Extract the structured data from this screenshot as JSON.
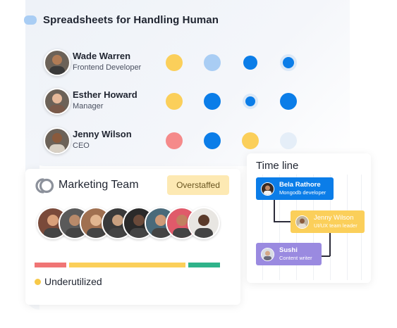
{
  "header": {
    "title": "Spreadsheets for Handling Human"
  },
  "people": [
    {
      "name": "Wade Warren",
      "role": "Frontend Developer",
      "skin": "#b07b55",
      "shirt": "#3a3a3a",
      "dots": [
        {
          "color": "#fbcf5a",
          "size": 24
        },
        {
          "color": "#a9cdf4",
          "size": 24
        },
        {
          "color": "#0b7de8",
          "size": 20
        },
        {
          "color": "#0b7de8",
          "size": 16
        }
      ]
    },
    {
      "name": "Esther Howard",
      "role": "Manager",
      "skin": "#e6b99a",
      "shirt": "#7a5a4a",
      "dots": [
        {
          "color": "#fbcf5a",
          "size": 24
        },
        {
          "color": "#0b7de8",
          "size": 24
        },
        {
          "color": "#0b7de8",
          "size": 14
        },
        {
          "color": "#0b7de8",
          "size": 24
        }
      ]
    },
    {
      "name": "Jenny Wilson",
      "role": "CEO",
      "skin": "#8a5a3c",
      "shirt": "#d8d0c4",
      "dots": [
        {
          "color": "#f58a8a",
          "size": 24
        },
        {
          "color": "#0b7de8",
          "size": 24
        },
        {
          "color": "#fbcf5a",
          "size": 24
        },
        {
          "color": "#e5eef8",
          "size": 24
        }
      ]
    }
  ],
  "marketing": {
    "title": "Marketing Team",
    "badge": "Overstaffed",
    "members": [
      {
        "skin": "#d9a07a",
        "bg": "#7a4a3a"
      },
      {
        "skin": "#b88a6a",
        "bg": "#5a5a5a"
      },
      {
        "skin": "#e2b690",
        "bg": "#a07050"
      },
      {
        "skin": "#c8a080",
        "bg": "#3a3a3a"
      },
      {
        "skin": "#6a4a3a",
        "bg": "#2a2a2a"
      },
      {
        "skin": "#d09a78",
        "bg": "#4a6a7a"
      },
      {
        "skin": "#c28060",
        "bg": "#e05a6a"
      },
      {
        "skin": "#5a3a2a",
        "bg": "#e8e6e2"
      }
    ],
    "bars": [
      {
        "color": "#f07575",
        "share": 0.17
      },
      {
        "color": "#fbcf5a",
        "share": 0.63
      },
      {
        "color": "#2fb38a",
        "share": 0.17
      }
    ],
    "legend": "Underutilized"
  },
  "timeline": {
    "title": "Time line",
    "items": [
      {
        "name": "Bela Rathore",
        "role": "Mongodb developer",
        "color": "#0b7de8"
      },
      {
        "name": "Jenny Wilson",
        "role": "UI/UX team leader",
        "color": "#fbcf5a"
      },
      {
        "name": "Sushi",
        "role": "Content writer",
        "color": "#9a8ae0"
      }
    ]
  }
}
